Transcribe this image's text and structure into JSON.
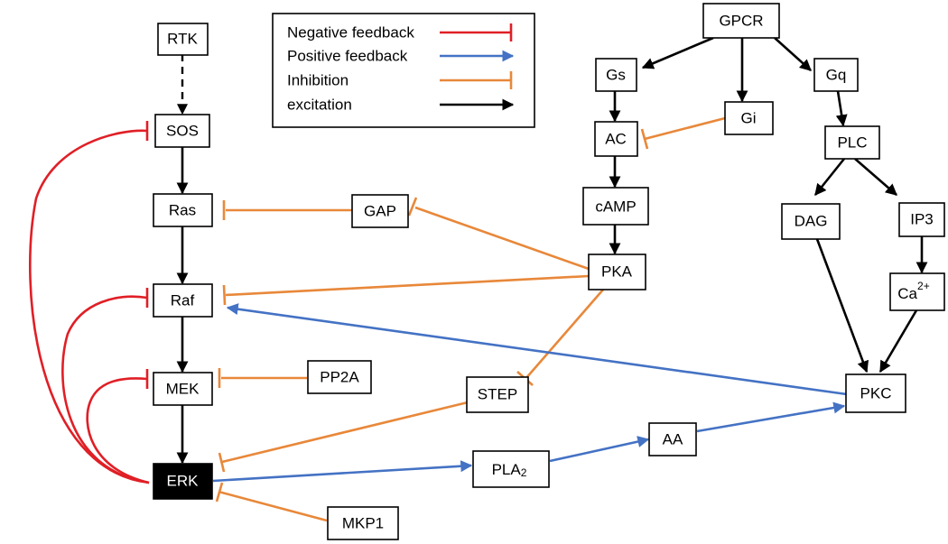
{
  "legend": {
    "negative_feedback": "Negative feedback",
    "positive_feedback": "Positive feedback",
    "inhibition": "Inhibition",
    "excitation": "excitation"
  },
  "nodes": {
    "rtk": "RTK",
    "sos": "SOS",
    "ras": "Ras",
    "raf": "Raf",
    "mek": "MEK",
    "erk": "ERK",
    "gap": "GAP",
    "pp2a": "PP2A",
    "mkp1": "MKP1",
    "step": "STEP",
    "pla2": "PLA",
    "pla2_sub": "2",
    "aa": "AA",
    "gpcr": "GPCR",
    "gs": "Gs",
    "gi": "Gi",
    "gq": "Gq",
    "ac": "AC",
    "camp": "cAMP",
    "pka": "PKA",
    "plc": "PLC",
    "dag": "DAG",
    "ip3": "IP3",
    "ca": "Ca",
    "ca_sup": "2+",
    "pkc": "PKC"
  },
  "colors": {
    "negative_feedback": "#e01f26",
    "positive_feedback": "#4472c4",
    "inhibition": "#e8883a",
    "excitation": "#000000"
  }
}
